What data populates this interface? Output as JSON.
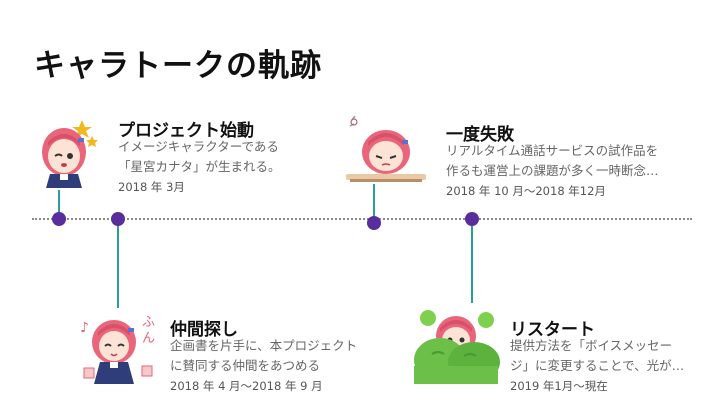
{
  "title": "キャラトークの軌跡",
  "events": [
    {
      "title": "プロジェクト始動",
      "desc_line1": "イメージキャラクターである",
      "desc_line2": "「星宮カナタ」が生まれる。",
      "date": "2018 年 3月"
    },
    {
      "title": "仲間探し",
      "desc_line1": "企画書を片手に、本プロジェクト",
      "desc_line2": "に賛同する仲間をあつめる",
      "date": "2018 年 4 月〜2018 年 9 月"
    },
    {
      "title": "一度失敗",
      "desc_line1": "リアルタイム通話サービスの試作品を",
      "desc_line2": "作るも運営上の課題が多く一時断念…",
      "date": "2018 年 10 月〜2018 年12月"
    },
    {
      "title": "リスタート",
      "desc_line1": "提供方法を「ボイスメッセー",
      "desc_line2": "ジ」に変更することで、光が…",
      "date": "2019 年1月〜現在"
    }
  ],
  "colors": {
    "dot": "#5a2d9c",
    "stem": "#2a9d9d",
    "hair": "#e8657a",
    "bush": "#6cc04a"
  },
  "icons": [
    "character-wink-icon",
    "character-music-icon",
    "character-sad-icon",
    "character-bush-icon"
  ]
}
